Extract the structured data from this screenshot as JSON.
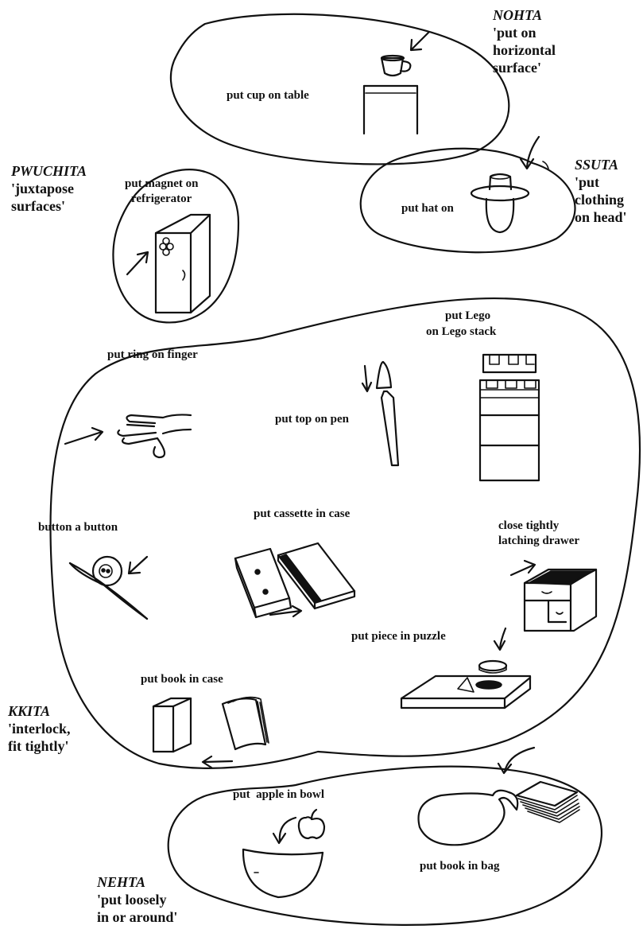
{
  "categories": {
    "nohta": {
      "term": "NOHTA",
      "gloss": [
        "'put on",
        "horizontal",
        "surface'"
      ]
    },
    "ssuta": {
      "term": "SSUTA",
      "gloss": [
        "'put",
        "clothing",
        "on head'"
      ]
    },
    "pwuchita": {
      "term": "PWUCHITA",
      "gloss": [
        "'juxtapose",
        "surfaces'"
      ]
    },
    "kkita": {
      "term": "KKITA",
      "gloss": [
        "'interlock,",
        "fit tightly'"
      ]
    },
    "nehta": {
      "term": "NEHTA",
      "gloss": [
        "'put loosely",
        "in or around'"
      ]
    }
  },
  "actions": {
    "cup_table": "put cup on table",
    "hat": "put hat on",
    "magnet": [
      "put magnet on",
      "refrigerator"
    ],
    "lego": [
      "put Lego",
      "on Lego stack"
    ],
    "ring": "put ring on finger",
    "pen": "put top on pen",
    "button": "button a button",
    "cassette": "put cassette in case",
    "drawer": [
      "close tightly",
      "latching drawer"
    ],
    "puzzle": "put piece in puzzle",
    "book_case": "put book in case",
    "apple": "put  apple in bowl",
    "book_bag": "put book in bag"
  },
  "icons": [
    "cup-icon",
    "table-icon",
    "hat-icon",
    "head-icon",
    "refrigerator-icon",
    "magnet-icon",
    "lego-stack-icon",
    "hand-icon",
    "pen-icon",
    "pen-top-icon",
    "button-icon",
    "cassette-icon",
    "cassette-case-icon",
    "drawer-icon",
    "puzzle-board-icon",
    "puzzle-piece-icon",
    "book-case-icon",
    "book-icon",
    "bowl-icon",
    "apple-icon",
    "bag-icon",
    "books-stack-icon",
    "arrow-icon"
  ]
}
